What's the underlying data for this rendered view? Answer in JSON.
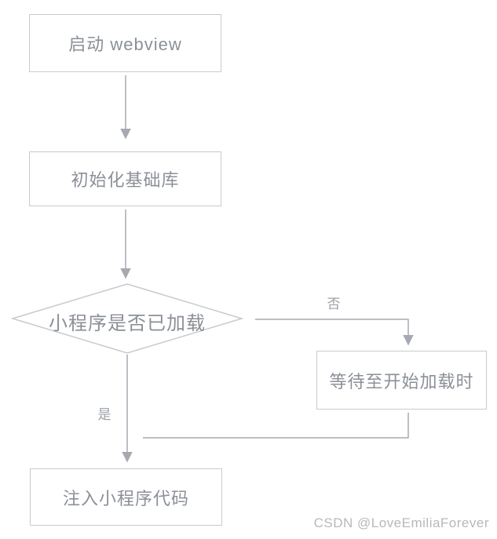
{
  "watermark": {
    "text": "CSDN @LoveEmiliaForever"
  },
  "flowchart": {
    "nodes": [
      {
        "id": "start-webview",
        "shape": "rect",
        "label": "启动 webview"
      },
      {
        "id": "init-base-lib",
        "shape": "rect",
        "label": "初始化基础库"
      },
      {
        "id": "is-loaded",
        "shape": "diamond",
        "label": "小程序是否已加载"
      },
      {
        "id": "wait-load",
        "shape": "rect",
        "label": "等待至开始加载时"
      },
      {
        "id": "inject-code",
        "shape": "rect",
        "label": "注入小程序代码"
      }
    ],
    "edges": [
      {
        "from": "start-webview",
        "to": "init-base-lib",
        "label": ""
      },
      {
        "from": "init-base-lib",
        "to": "is-loaded",
        "label": ""
      },
      {
        "from": "is-loaded",
        "to": "wait-load",
        "label": "否"
      },
      {
        "from": "is-loaded",
        "to": "inject-code",
        "label": "是"
      },
      {
        "from": "wait-load",
        "to": "inject-code",
        "label": ""
      }
    ],
    "colors": {
      "background": "#ffffff",
      "node_border": "#c7cacd",
      "node_text": "#8b9097",
      "line": "#a6aab0",
      "edge_label": "#9ba0a6",
      "watermark": "#b6b8bb"
    }
  }
}
